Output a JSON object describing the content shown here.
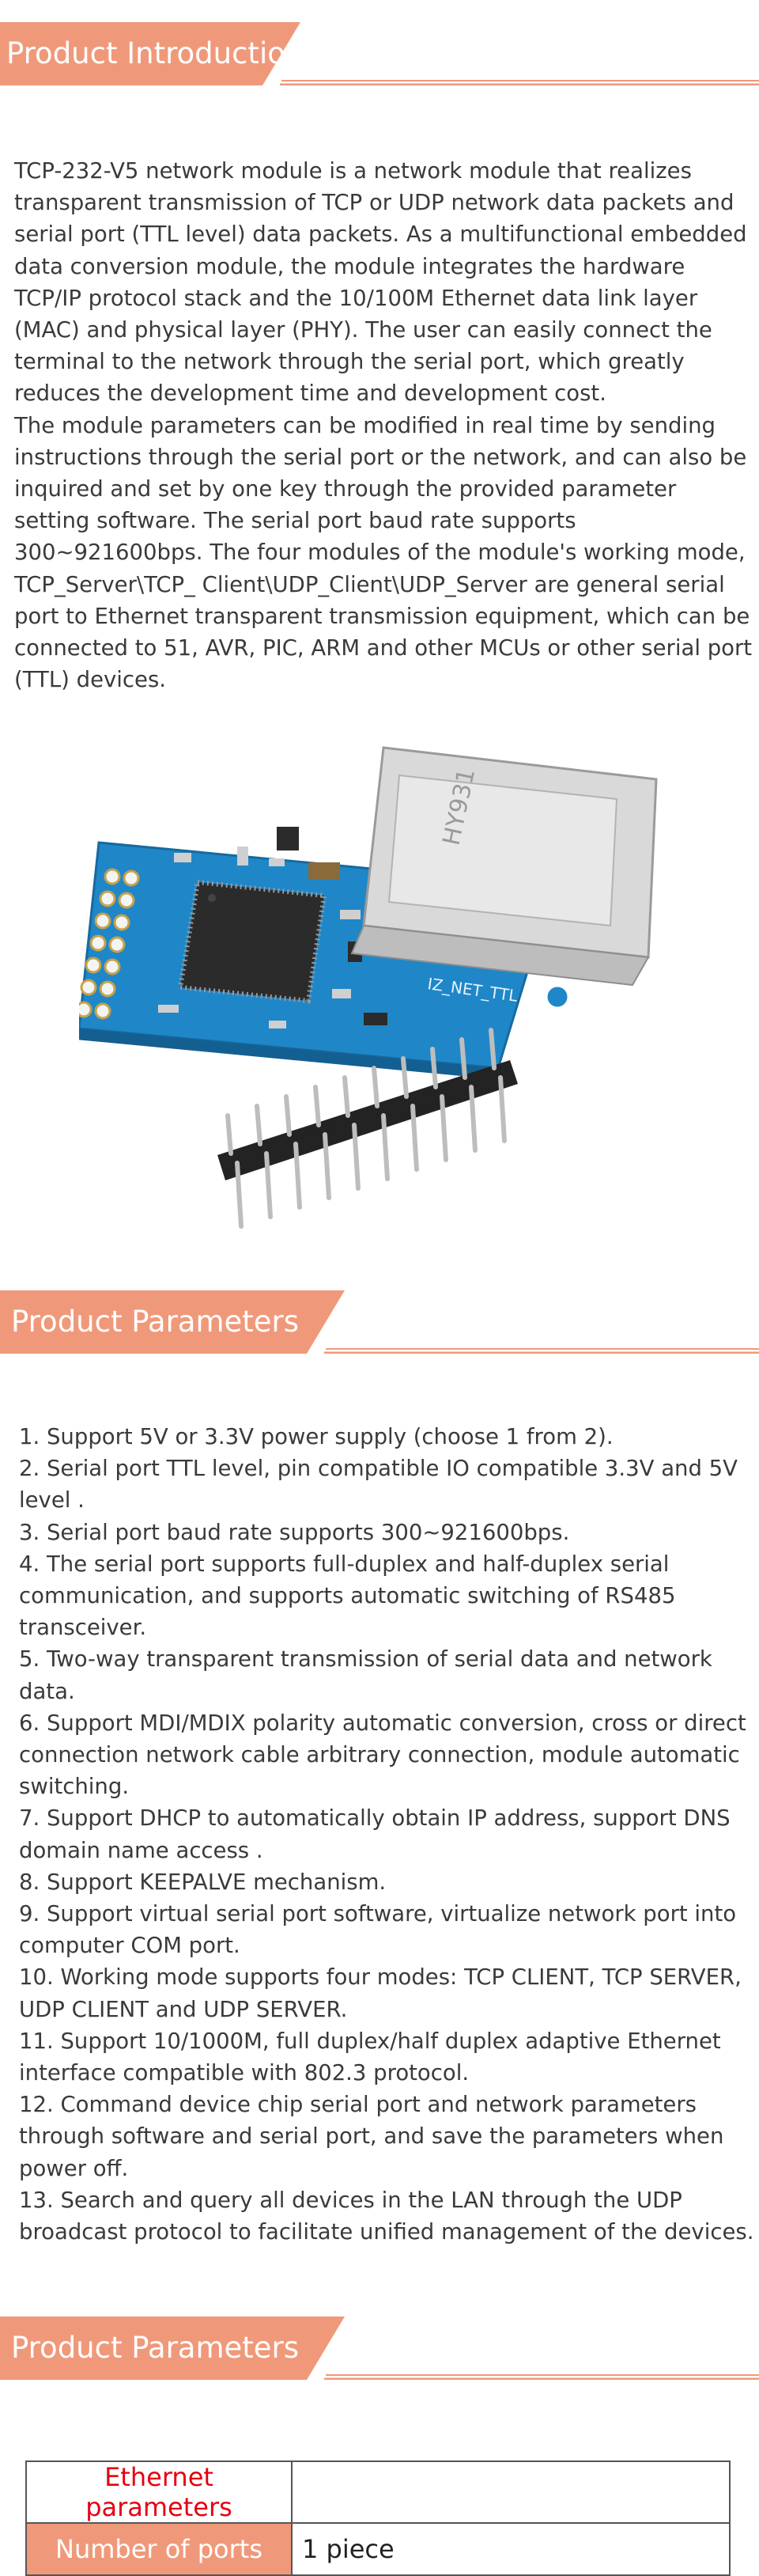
{
  "colors": {
    "accent": "#f0997a",
    "table_heading_text": "#e60012"
  },
  "sections": {
    "intro_title": "Product Introduction",
    "params_title": "Product Parameters",
    "params2_title": "Product Parameters"
  },
  "intro": {
    "paragraphs": [
      "TCP-232-V5 network module is a network module that realizes transparent transmission of TCP or UDP network data packets and serial port (TTL level) data packets. As a multifunctional embedded data conversion module, the module integrates the hardware TCP/IP protocol stack and the 10/100M Ethernet data link layer (MAC) and physical layer (PHY). The user can easily connect the terminal to the network through the serial port, which greatly reduces the development time and development cost.",
      "The module parameters can be modified in real time by sending instructions through the serial port or the network, and can also be inquired and set by one key through the provided parameter setting software. The serial port baud rate supports 300~921600bps. The four modules of the module's working mode, TCP_Server\\TCP_ Client\\UDP_Client\\UDP_Server are general serial port to Ethernet transparent transmission equipment, which can be connected to 51, AVR, PIC, ARM and other MCUs or other serial port (TTL) devices."
    ]
  },
  "board_markings": {
    "connector_text": "HY931",
    "silk_label": "IZ_NET_TTL"
  },
  "params": {
    "items": [
      "1. Support 5V or 3.3V power supply (choose 1 from 2).",
      "2. Serial port TTL level, pin compatible IO compatible 3.3V and 5V level .",
      "3. Serial port baud rate supports 300~921600bps.",
      "4. The serial port supports full-duplex and half-duplex serial communication, and supports automatic switching of RS485 transceiver.",
      "5. Two-way transparent transmission of serial data and network data.",
      "6. Support MDI/MDIX polarity automatic conversion, cross or direct connection network cable arbitrary connection, module automatic switching.",
      "7. Support DHCP to automatically obtain IP address, support DNS domain name access .",
      "8. Support KEEPALVE mechanism.",
      "9. Support virtual serial port software, virtualize network port into computer COM port.",
      "10. Working mode supports four modes: TCP CLIENT, TCP SERVER, UDP CLIENT and UDP SERVER.",
      "11. Support 10/1000M, full duplex/half duplex adaptive Ethernet interface compatible with 802.3 protocol.",
      "12. Command device chip serial port and network parameters through software and serial port, and save the parameters when power off.",
      "13. Search and query all devices in the LAN through the UDP broadcast protocol to facilitate unified management of the devices."
    ]
  },
  "table": {
    "heading_label": "Ethernet parameters",
    "heading_value": "",
    "rows": [
      {
        "label": "Number of ports",
        "value": "1 piece"
      }
    ]
  }
}
